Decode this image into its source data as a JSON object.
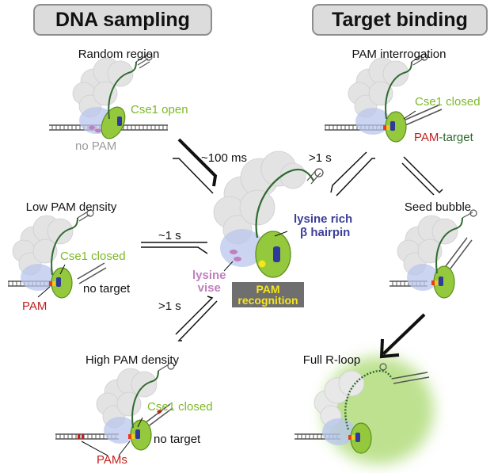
{
  "headers": {
    "left": "DNA sampling",
    "right": "Target binding"
  },
  "panels": {
    "random_region": {
      "title": "Random region",
      "state": "Cse1 open",
      "note": "no PAM"
    },
    "low_pam": {
      "title": "Low PAM density",
      "state": "Cse1 closed",
      "note": "no target",
      "pam": "PAM"
    },
    "high_pam": {
      "title": "High PAM density",
      "state": "Cse1 closed",
      "note": "no target",
      "pams": "PAMs"
    },
    "pam_interrogation": {
      "title": "PAM interrogation",
      "state": "Cse1 closed",
      "pam": "PAM",
      "target": "-target"
    },
    "seed_bubble": {
      "title": "Seed bubble"
    },
    "full_rloop": {
      "title": "Full R-loop"
    }
  },
  "center": {
    "lysine_rich_line1": "lysine rich",
    "lysine_rich_line2": "β hairpin",
    "lysine_vise_line1": "lysine",
    "lysine_vise_line2": "vise",
    "pam_recognition_line1": "PAM",
    "pam_recognition_line2": "recognition"
  },
  "rates": {
    "random": "~100 ms",
    "low": "~1 s",
    "high": ">1 s",
    "interrogation": ">1 s"
  },
  "colors": {
    "header_bg": "#dcdcdc",
    "cse1_green": "#7db827",
    "pam_red": "#c0201e",
    "lysine_purple": "#c07fc0",
    "hairpin_navy": "#3b3f99",
    "pam_yellow": "#f7e619",
    "cloud_gray": "#e3e3e3",
    "cas_blue": "#b9c7ec"
  }
}
